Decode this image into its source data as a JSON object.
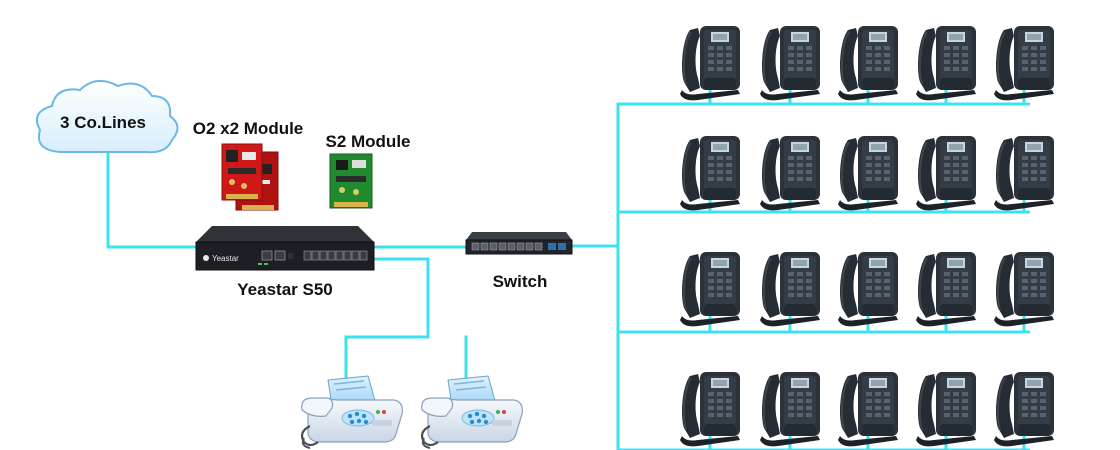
{
  "labels": {
    "cloud": "3 Co.Lines",
    "o2_module": "O2 x2 Module",
    "s2_module": "S2 Module",
    "pbx": "Yeastar S50",
    "switch": "Switch",
    "brand": "Yeastar"
  },
  "phones": {
    "rows": 4,
    "per_row": 5
  },
  "fax_count": 2,
  "colors": {
    "cable": "#3de3ec",
    "o2_board": "#d01818",
    "s2_board": "#1f8a2e",
    "device_dark": "#1d1f24",
    "phone_body": "#2a3138",
    "fax_body": "#e4ecf6",
    "cloud_fill": "#e8f6ff",
    "cloud_stroke": "#6bb7e8"
  }
}
